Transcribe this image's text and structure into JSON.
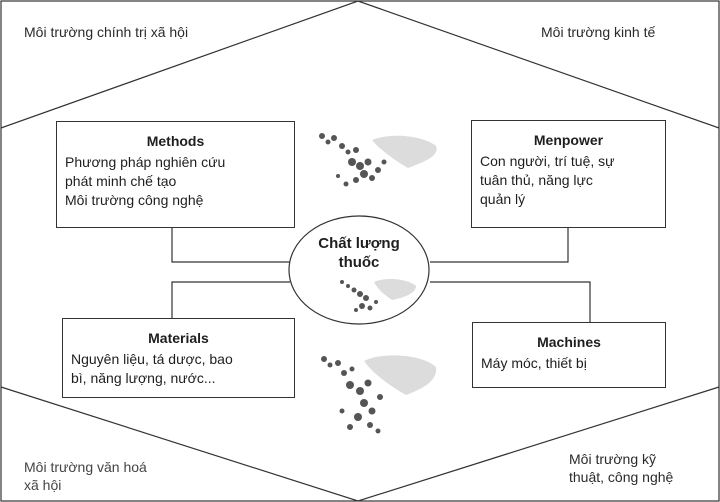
{
  "corners": {
    "top_left": "Môi trường chính trị xã hội",
    "top_right": "Môi trường kinh tế",
    "bottom_left": [
      "Môi trường văn hoá",
      "xã hội"
    ],
    "bottom_right": [
      "Môi trường kỹ",
      "thuật, công nghệ"
    ]
  },
  "center": {
    "lines": [
      "Chất lượng",
      "thuốc"
    ]
  },
  "boxes": {
    "methods": {
      "title": "Methods",
      "lines": [
        "Phương pháp nghiên cứu",
        "phát minh chế tạo",
        "Môi trường công nghệ"
      ]
    },
    "menpower": {
      "title": "Menpower",
      "lines": [
        "Con người, trí tuệ, sự",
        "tuân thủ, năng lực",
        "quản lý"
      ]
    },
    "materials": {
      "title": "Materials",
      "lines": [
        "Nguyên liệu, tá dược, bao",
        "bì, năng lượng, nước..."
      ]
    },
    "machines": {
      "title": "Machines",
      "lines": [
        "Máy móc, thiết bị"
      ]
    }
  },
  "colors": {
    "line": "#333333",
    "pill_dark": "#555555",
    "pill_light": "#dcdcdc"
  }
}
